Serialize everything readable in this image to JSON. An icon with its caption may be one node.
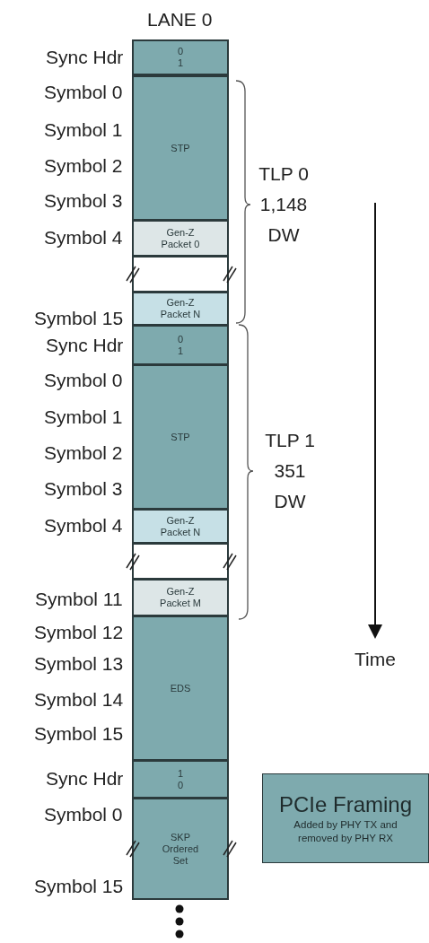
{
  "diagram": {
    "nodes": [
      {
        "text": [
          "0",
          "1"
        ]
      },
      {
        "text": [
          "STP"
        ]
      },
      {
        "text": [
          "Gen-Z Packet 0"
        ]
      },
      {
        "text": [],
        "shape": "box"
      },
      {
        "text": [
          "Gen-Z Packet N"
        ]
      },
      {
        "text": [
          "0",
          "1"
        ]
      },
      {
        "text": [
          "STP"
        ]
      },
      {
        "text": [
          "Gen-Z Packet N"
        ]
      },
      {
        "text": [],
        "shape": "box"
      },
      {
        "text": [
          "Gen-Z Packet M"
        ]
      },
      {
        "text": [
          "EDS"
        ]
      },
      {
        "text": [
          "1",
          "0"
        ]
      },
      {
        "text": [
          "SKP Ordered Set"
        ]
      },
      {
        "text": [
          "PCIe Framing",
          "Added by PHY TX and removed by PHY RX"
        ]
      }
    ],
    "edges": [],
    "labels": [
      "LANE 0",
      "Sync Hdr",
      "Symbol 0",
      "Symbol 1",
      "Symbol 2",
      "Symbol 3",
      "TLP 0 1,148 DW",
      "Symbol 4",
      "Symbol 15",
      "Sync Hdr",
      "Symbol 0",
      "Symbol 1",
      "Symbol 2",
      "TLP 1 351 DW",
      "Symbol 3",
      "Symbol 4",
      "Symbol 11",
      "Symbol 12",
      "Time",
      "Symbol 13",
      "Symbol 14",
      "Symbol 15",
      "Sync Hdr",
      "Symbol 0",
      "Symbol 15"
    ]
  }
}
